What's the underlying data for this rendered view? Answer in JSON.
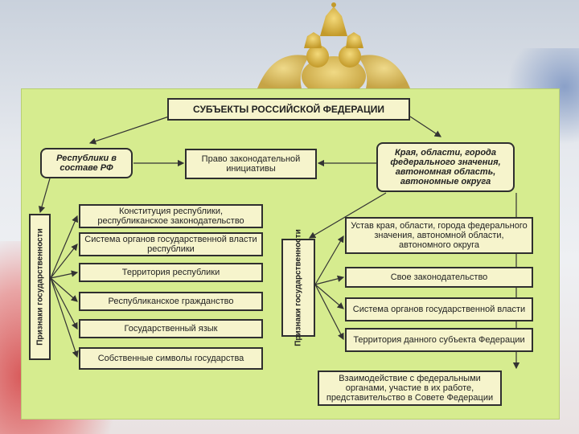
{
  "title": "СУБЪЕКТЫ РОССИЙСКОЙ ФЕДЕРАЦИИ",
  "republics": "Республики в составе РФ",
  "legislative_initiative": "Право законодательной инициативы",
  "krai": "Края, области, города федерального значения, автономная область, автономные округа",
  "left_signs_label": "Признаки государственности",
  "right_signs_label": "Признаки государственности",
  "left_items": [
    "Конституция республики, республиканское законодательство",
    "Система органов государственной власти республики",
    "Территория республики",
    "Республиканское гражданство",
    "Государственный язык",
    "Собственные символы государства"
  ],
  "right_items": [
    "Устав края, области, города федерального значения, автономной области, автономного округа",
    "Свое законодательство",
    "Система органов государственной власти",
    "Территория данного субъекта Федерации"
  ],
  "interaction": "Взаимодействие с федеральными органами, участие в их работе, представительство в Совете Федерации"
}
